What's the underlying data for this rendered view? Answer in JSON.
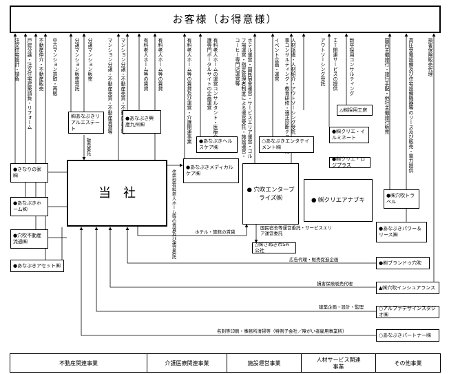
{
  "customers": "お客様（お得意様）",
  "company": "当　社",
  "top_labels": [
    "注文住宅設計・請負",
    "戸建分譲・注文住宅建築請負・リフォーム",
    "不動産仲介・不動産販売",
    "中古マンション買取・再販",
    "分譲マンション販売受託",
    "分譲マンション販売",
    "マンション分譲・不動産売買・不動産賃貸等",
    "マンション分譲・不動産売買・不動産賃貸等",
    "有料老人ホーム等の賃貸",
    "有料老人ホーム等の賃貸",
    "有料老人ホーム等の賃貸及び運営・介護関連事業",
    "有料老人ホームの運営コンサルタント・医療介護専門ポータルサイトの企画運営",
    "ホテル運営・国民宿舎運営・サービスエリア運営・ゴルフ場運営・指定管理者制度による運営受託・施設運営・コーヒー専門店運営等",
    "イベント企画・運営",
    "人材派遣・人材紹介・アウトソーシング受託・組織人事コンサルティング・教育研修・適正診断テスト販売",
    "アウトソーシング受託",
    "ＩＴ関連サービスの提供",
    "新卒採用コンサルティング",
    "国内主催旅行・旅行手配・他社主催旅行販売",
    "高圧受電設備及び住宅設備機器等のリース及び販売・電力提供",
    "損害保険販売代理"
  ],
  "companies": {
    "kinari": "●きなりの家㈱",
    "anabuki_home": "●あなぶきホーム㈱",
    "anabuki_ryutsu": "●穴吹不動産流通㈱",
    "anabuki_asset": "●あなぶきアセット㈱",
    "realestate": "㈱あなぶきリアルエステート",
    "kyushu": "●あなぶき興産九州㈱",
    "healthcare": "●あなぶきヘルスケア㈱",
    "medical": "●あなぶきメディカルケア㈱",
    "entertainment": "○あなぶきエンタテイメント㈱",
    "enterprise": "● 穴吹エンタープライズ㈱",
    "sanuki": "△㈱さぬき市SA公社",
    "saiyo": "△㈱採用工房",
    "illuminate": "●㈱クリエ・イルミネート",
    "logiplus": "●㈱クリエ・ロジプラス",
    "nabuki": "● ㈱クリエアナブキ",
    "travel": "●㈱穴吹トラベル",
    "power": "●あなぶきパワー＆リース㈱",
    "brand": "●㈱ブランドゥ穴吹",
    "insurance": "▲㈱穴吹インシュアランス",
    "alpha": "○アルファデザインスタジオ㈱",
    "partner": "○あなぶきパートナー㈱"
  },
  "inner_labels": {
    "sales_consign": "販売委託",
    "rental_ops": "住宅型有料老人ホーム等の賃貸及び運営委託",
    "hotel_rent": "ホテル・旅館の賃貸",
    "national_ops": "国民宿舎等運営委託・サービスエリア運営委託",
    "ad": "広告代理・販売促進企画",
    "insurance_agent": "損害保険販売代理",
    "design": "建築企画・設計・監理",
    "printing": "名刺等印刷・事務所清掃等（特例子会社／障がい者雇用事業所）"
  },
  "segments": [
    "不動産関連事業",
    "介護医療関連事業",
    "施設運営事業",
    "人材サービス関連事業",
    "その他事業"
  ]
}
